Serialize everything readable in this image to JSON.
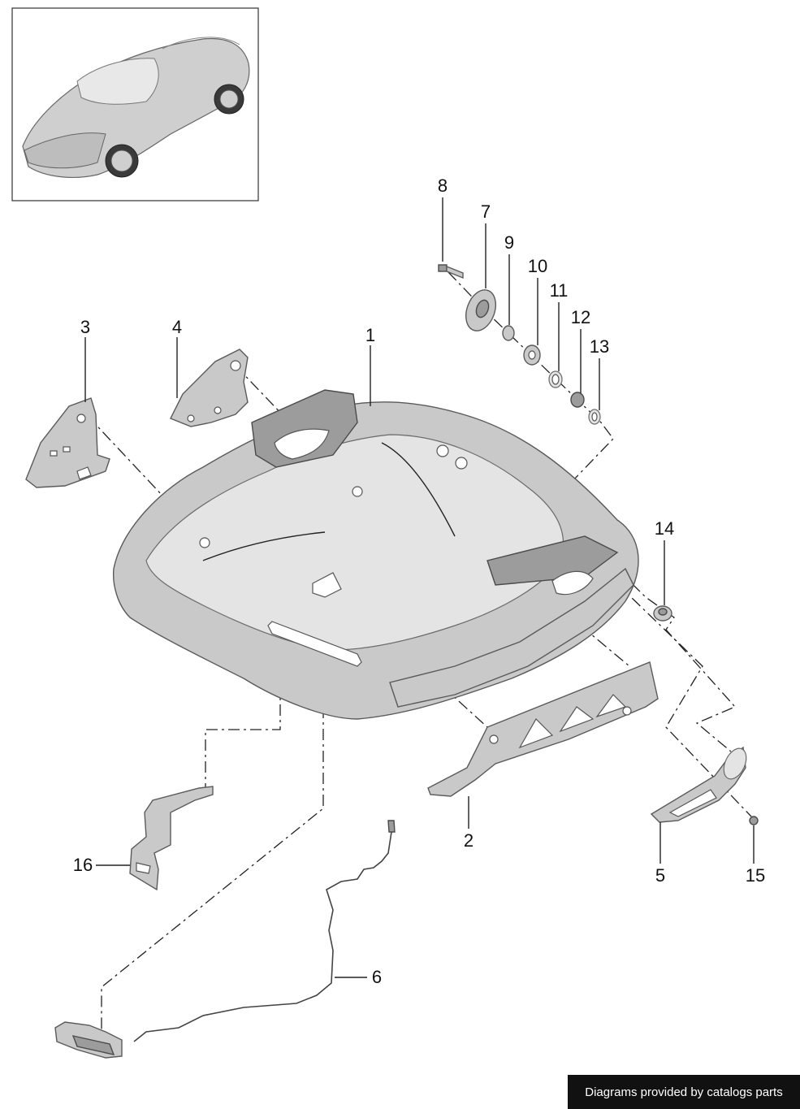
{
  "callouts": [
    "1",
    "2",
    "3",
    "4",
    "5",
    "6",
    "7",
    "8",
    "9",
    "10",
    "11",
    "12",
    "13",
    "14",
    "15",
    "16"
  ],
  "footer": {
    "credit": "Diagrams provided by catalogs parts"
  },
  "colors": {
    "background": "#ffffff",
    "footer_bg": "#111111",
    "footer_text": "#ffffff",
    "part_fill": "#c9c9c9"
  },
  "thumbnail": {
    "subject": "car-illustration"
  }
}
